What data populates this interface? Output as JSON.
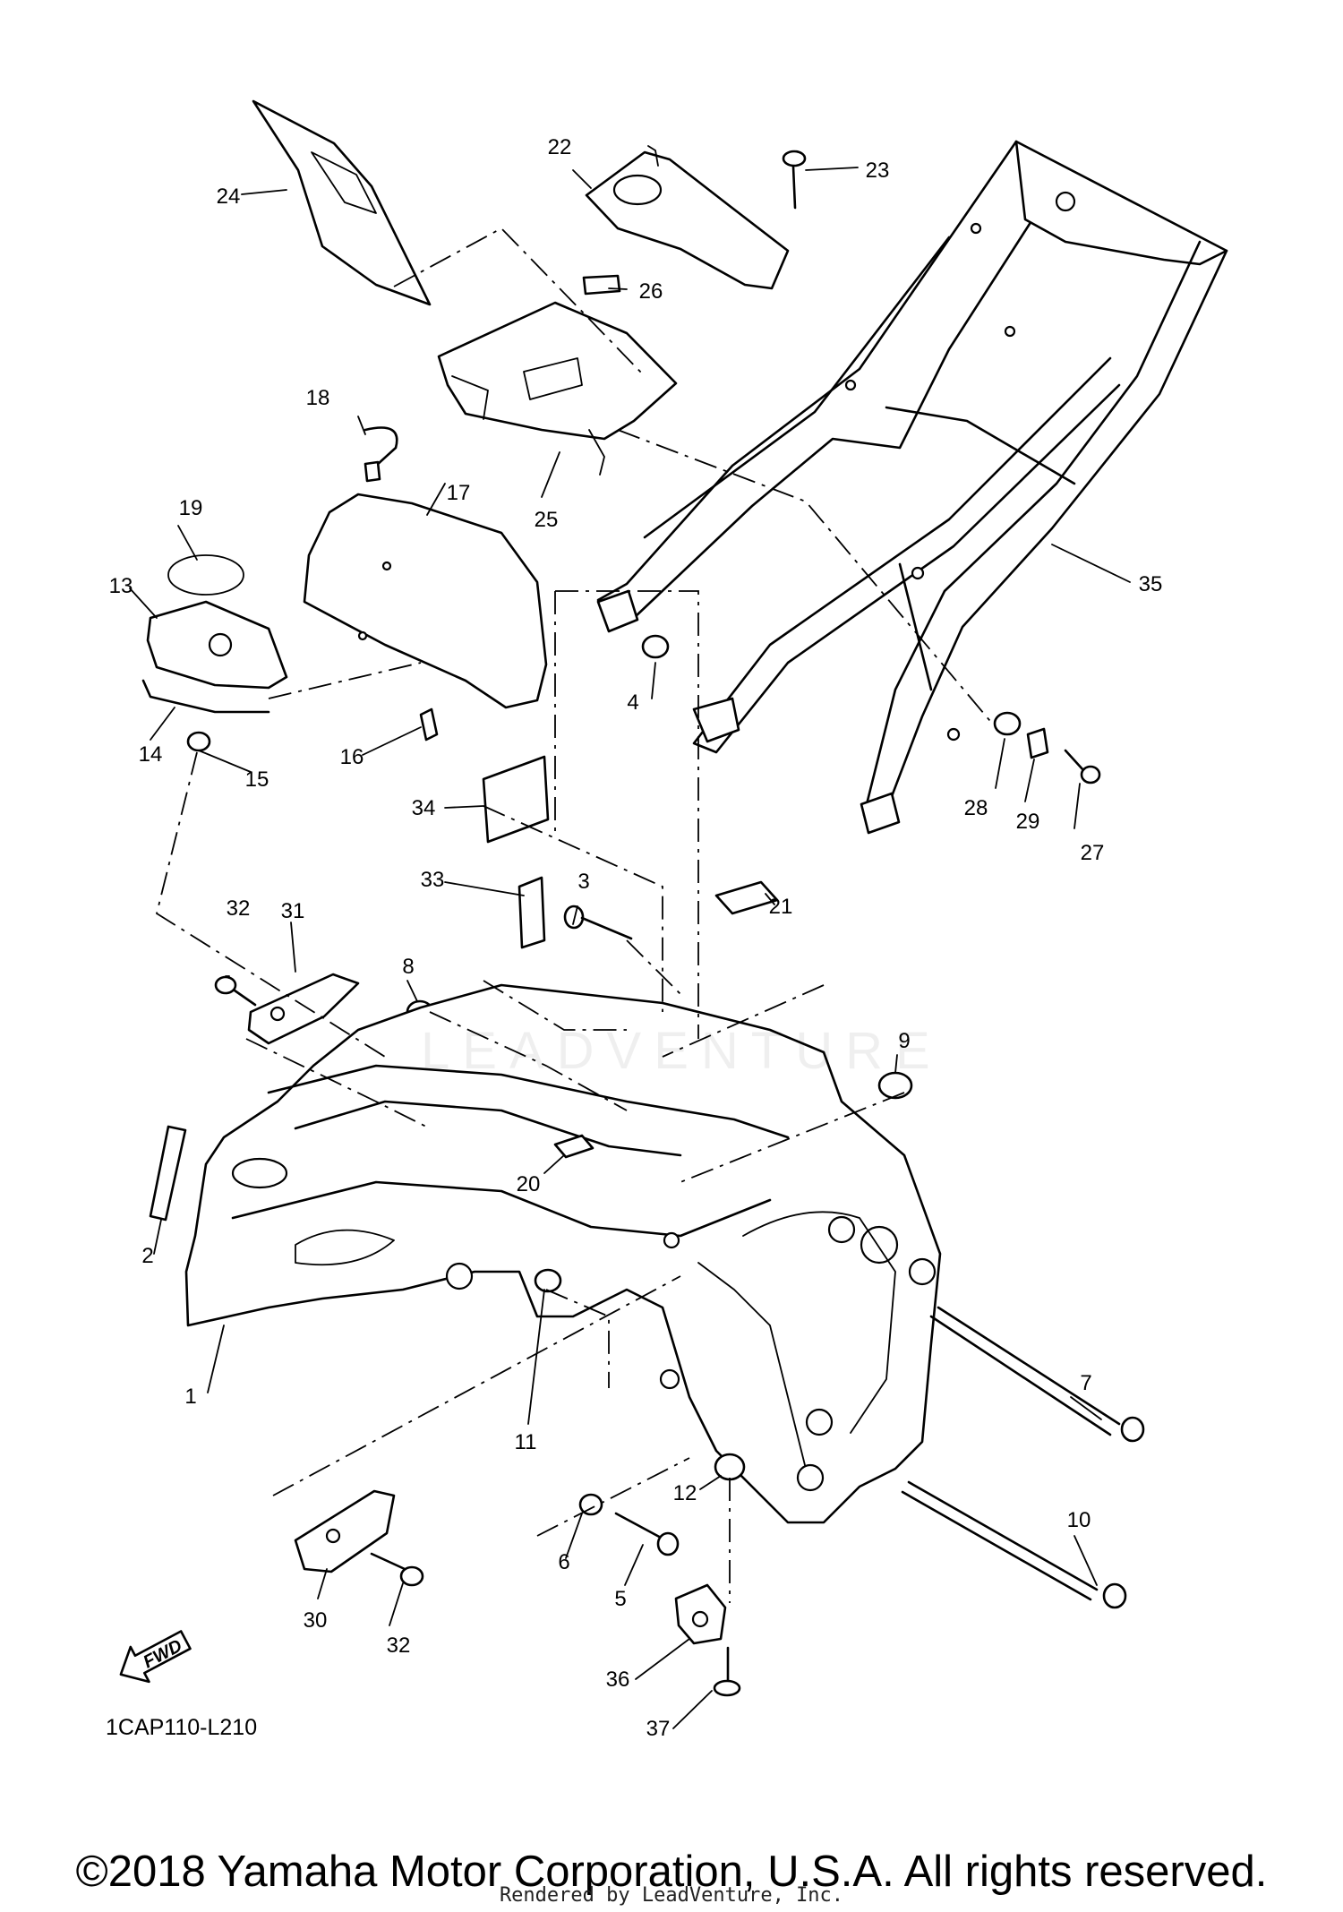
{
  "diagram": {
    "callouts": [
      "1",
      "2",
      "3",
      "4",
      "5",
      "6",
      "7",
      "8",
      "9",
      "10",
      "11",
      "12",
      "13",
      "14",
      "15",
      "16",
      "17",
      "18",
      "19",
      "20",
      "21",
      "22",
      "23",
      "24",
      "25",
      "26",
      "27",
      "28",
      "29",
      "30",
      "31",
      "32",
      "32",
      "33",
      "34",
      "35",
      "36",
      "37"
    ],
    "fwd_label": "FWD",
    "catalog_code": "1CAP110-L210",
    "watermark": "LEADVENTURE"
  },
  "footer": {
    "copyright": "©2018 Yamaha Motor Corporation, U.S.A. All rights reserved.",
    "rendered_by": "Rendered by LeadVenture, Inc."
  }
}
